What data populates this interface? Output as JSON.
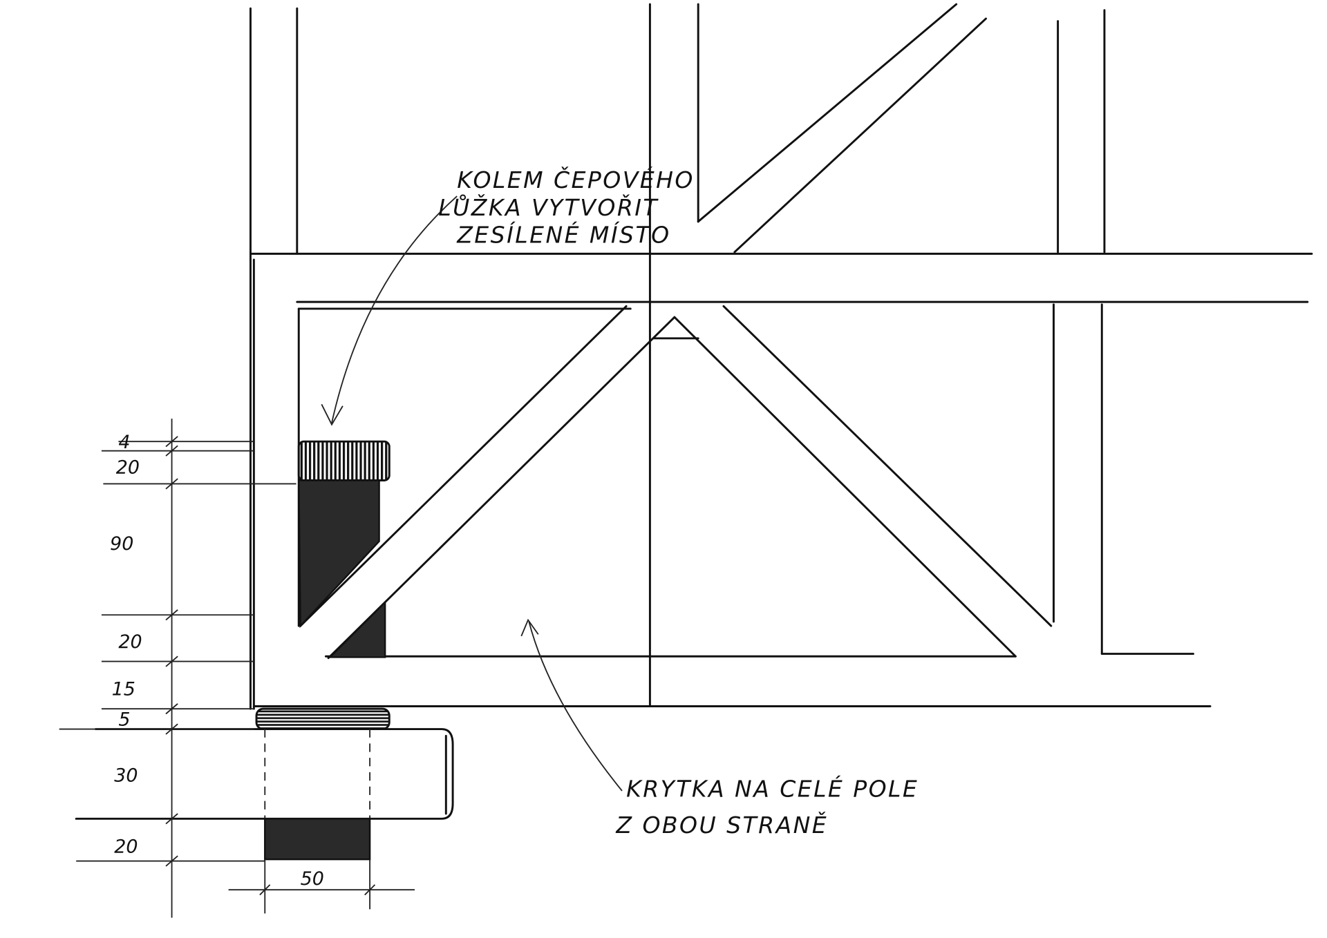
{
  "notes": {
    "reinforcement": [
      "KOLEM ČEPOVÉHO",
      "LŮŽKA VYTVOŘIT",
      "ZESÍLENÉ MÍSTO"
    ],
    "cover": [
      "KRYTKA NA CELÉ POLE",
      "Z OBOU STRANĚ"
    ]
  },
  "dimensions": {
    "vertical": [
      "4",
      "20",
      "90",
      "20",
      "15",
      "5",
      "30",
      "20"
    ],
    "horizontal": "50"
  },
  "colors": {
    "ink": "#111111",
    "paper": "#ffffff"
  }
}
